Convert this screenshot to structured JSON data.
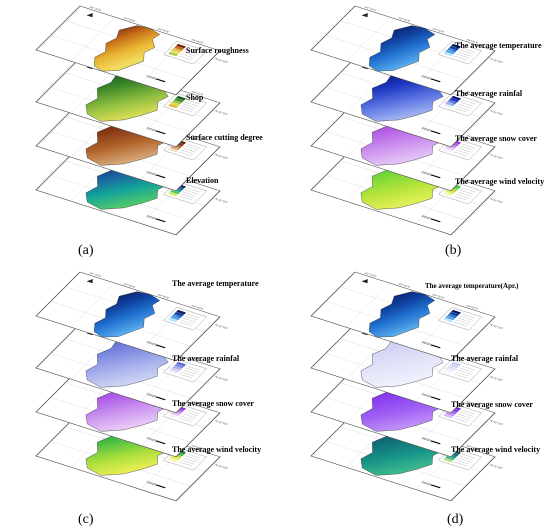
{
  "panels": [
    {
      "id": "a",
      "caption": "(a)",
      "layers": [
        {
          "label": "Surface roughness",
          "ramp": [
            "#7a1f0e",
            "#c46b18",
            "#e8b531",
            "#f3dc62",
            "#a7cf4a"
          ]
        },
        {
          "label": "Shop",
          "ramp": [
            "#145a1e",
            "#3d8a2a",
            "#8dbd3f",
            "#d6dc55",
            "#e8b531"
          ]
        },
        {
          "label": "Surface cutting degree",
          "ramp": [
            "#5a1d0c",
            "#8b3a16",
            "#b4682e",
            "#d6a776",
            "#efe0c6"
          ]
        },
        {
          "label": "Elevation",
          "ramp": [
            "#10215c",
            "#1b5f9e",
            "#14a39a",
            "#4ec86b",
            "#d8ec5a"
          ]
        }
      ]
    },
    {
      "id": "b",
      "caption": "(b)",
      "layers": [
        {
          "label": "The average temperature",
          "ramp": [
            "#081a64",
            "#0e3e9a",
            "#1f6fcf",
            "#4fa2e8",
            "#b7e5ff"
          ]
        },
        {
          "label": "The average rainfal",
          "ramp": [
            "#08157a",
            "#1f38c2",
            "#5b74e4",
            "#9fb1f0",
            "#e7ecff"
          ]
        },
        {
          "label": "The average snow cover",
          "ramp": [
            "#9a2bd6",
            "#b561e6",
            "#cd95ef",
            "#e3c4f6",
            "#f7ecfc"
          ]
        },
        {
          "label": "The average wind velocity",
          "ramp": [
            "#37c74a",
            "#79d83a",
            "#b7e43a",
            "#e2ef5a",
            "#f6f8b8"
          ]
        }
      ]
    },
    {
      "id": "c",
      "caption": "(c)",
      "layers": [
        {
          "label": "The average temperature",
          "ramp": [
            "#081a64",
            "#0e3e9a",
            "#1f6fcf",
            "#4fa2e8",
            "#b7e5ff"
          ]
        },
        {
          "label": "The average rainfal",
          "ramp": [
            "#5560d0",
            "#7e8ae0",
            "#a8b1ec",
            "#cdd3f5",
            "#eef0fd"
          ]
        },
        {
          "label": "The average snow cover",
          "ramp": [
            "#8f2ad8",
            "#b05fe8",
            "#cc96f0",
            "#e7c9f7",
            "#fbf2fe"
          ]
        },
        {
          "label": "The average wind velocity",
          "ramp": [
            "#0f8a3c",
            "#4cbf45",
            "#a9de3c",
            "#e8ee52",
            "#f2f7b5"
          ]
        }
      ]
    },
    {
      "id": "d",
      "caption": "(d)",
      "layers": [
        {
          "label": "The average temperature(Apr.)",
          "ramp": [
            "#081a64",
            "#0e3e9a",
            "#1f6fcf",
            "#4fa2e8",
            "#b7e5ff"
          ]
        },
        {
          "label": "The average rainfal",
          "ramp": [
            "#c7c9f2",
            "#d7d9f6",
            "#e4e6f9",
            "#eef0fc",
            "#f8f9fe"
          ]
        },
        {
          "label": "The average snow cover",
          "ramp": [
            "#6f1fe0",
            "#8a3ff0",
            "#a060f4",
            "#bf8ff6",
            "#d9baf9"
          ]
        },
        {
          "label": "The average wind velocity",
          "ramp": [
            "#0c4f62",
            "#106f77",
            "#179488",
            "#3cb98e",
            "#b2e07a"
          ]
        }
      ]
    }
  ],
  "map_text": {
    "lon_ticks": [
      "84°30'E",
      "84°40'E",
      "84°50'E",
      "84°60'E"
    ],
    "lat_tick": "N.0£°EP",
    "scale_label": "0  5 km",
    "legend_title": "Legend"
  },
  "colors": {
    "page_background": "#ffffff",
    "frame_stroke": "#555555"
  }
}
